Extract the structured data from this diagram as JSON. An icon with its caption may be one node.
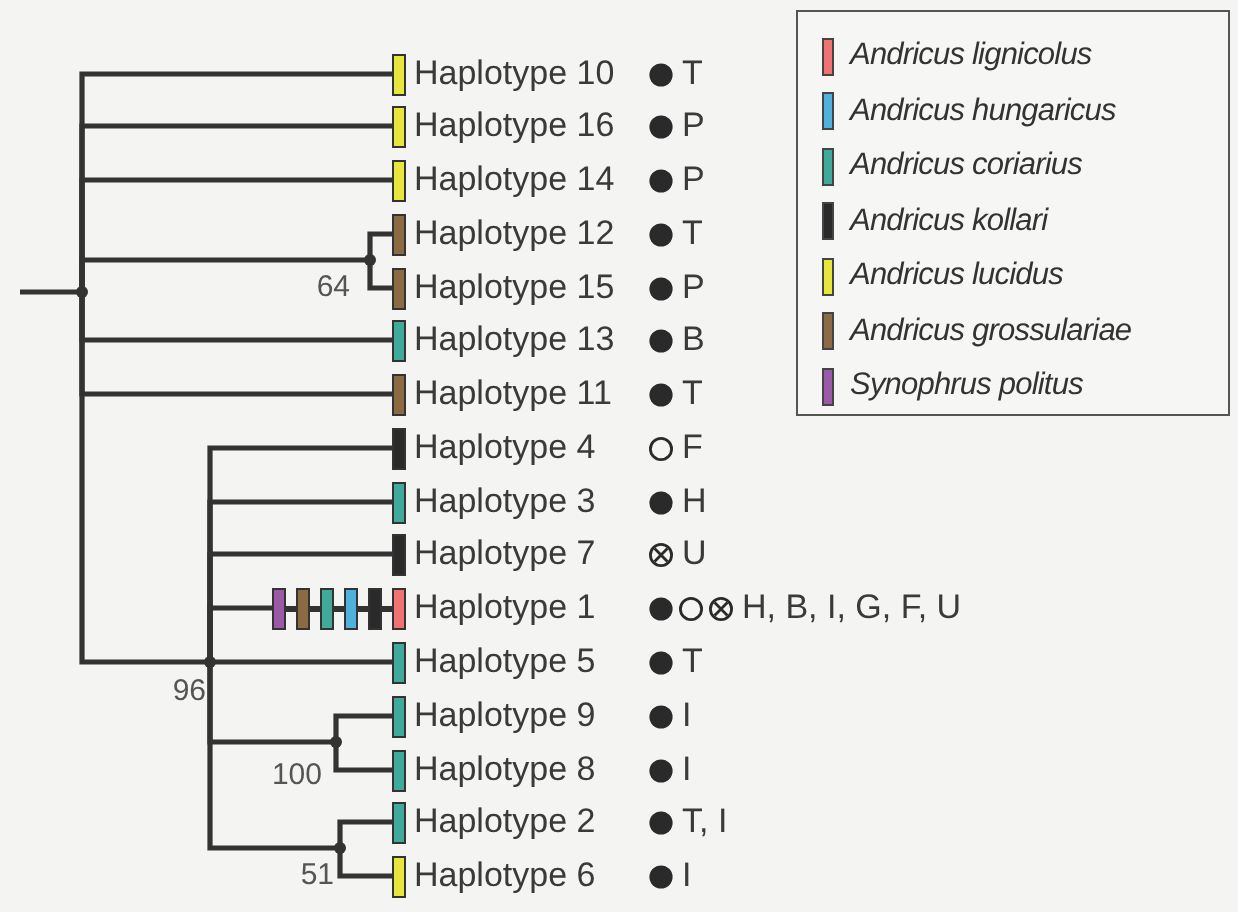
{
  "diagram": {
    "nodes": [
      {
        "text": [],
        "shape": "junction"
      },
      {
        "text": [
          "Haplotype 10"
        ],
        "beside": [
          "T"
        ]
      },
      {
        "text": [
          "Haplotype 16"
        ],
        "beside": [
          "P"
        ]
      },
      {
        "text": [
          "Haplotype 14"
        ],
        "beside": [
          "P"
        ]
      },
      {
        "text": [],
        "shape": "junction",
        "beside": [
          "64"
        ]
      },
      {
        "text": [
          "Haplotype 12"
        ],
        "beside": [
          "T"
        ]
      },
      {
        "text": [
          "Haplotype 15"
        ],
        "beside": [
          "P"
        ]
      },
      {
        "text": [
          "Haplotype 13"
        ],
        "beside": [
          "B"
        ]
      },
      {
        "text": [
          "Haplotype 11"
        ],
        "beside": [
          "T"
        ]
      },
      {
        "text": [],
        "shape": "junction",
        "beside": [
          "96"
        ]
      },
      {
        "text": [
          "Haplotype 4"
        ],
        "beside": [
          "F"
        ]
      },
      {
        "text": [
          "Haplotype 3"
        ],
        "beside": [
          "H"
        ]
      },
      {
        "text": [
          "Haplotype 7"
        ],
        "beside": [
          "U"
        ]
      },
      {
        "text": [
          "Haplotype 1"
        ],
        "beside": [
          "H, B, I, G, F, U"
        ]
      },
      {
        "text": [
          "Haplotype 5"
        ],
        "beside": [
          "T"
        ]
      },
      {
        "text": [],
        "shape": "junction",
        "beside": [
          "100"
        ]
      },
      {
        "text": [
          "Haplotype 9"
        ],
        "beside": [
          "I"
        ]
      },
      {
        "text": [
          "Haplotype 8"
        ],
        "beside": [
          "I"
        ]
      },
      {
        "text": [],
        "shape": "junction",
        "beside": [
          "51"
        ]
      },
      {
        "text": [
          "Haplotype 2"
        ],
        "beside": [
          "T, I"
        ]
      },
      {
        "text": [
          "Haplotype 6"
        ],
        "beside": [
          "I"
        ]
      }
    ],
    "edges": [
      {
        "from": null,
        "to": 0,
        "arrow": "none"
      },
      {
        "from": 0,
        "to": 1,
        "arrow": "none"
      },
      {
        "from": 0,
        "to": 2,
        "arrow": "none"
      },
      {
        "from": 0,
        "to": 3,
        "arrow": "none"
      },
      {
        "from": 0,
        "to": 4,
        "arrow": "none"
      },
      {
        "from": 4,
        "to": 5,
        "arrow": "none"
      },
      {
        "from": 4,
        "to": 6,
        "arrow": "none"
      },
      {
        "from": 0,
        "to": 7,
        "arrow": "none"
      },
      {
        "from": 0,
        "to": 8,
        "arrow": "none"
      },
      {
        "from": 0,
        "to": 9,
        "arrow": "none"
      },
      {
        "from": 9,
        "to": 10,
        "arrow": "none"
      },
      {
        "from": 9,
        "to": 11,
        "arrow": "none"
      },
      {
        "from": 9,
        "to": 12,
        "arrow": "none"
      },
      {
        "from": 9,
        "to": 13,
        "arrow": "none"
      },
      {
        "from": 9,
        "to": 14,
        "arrow": "none"
      },
      {
        "from": 9,
        "to": 15,
        "arrow": "none"
      },
      {
        "from": 15,
        "to": 16,
        "arrow": "none"
      },
      {
        "from": 15,
        "to": 17,
        "arrow": "none"
      },
      {
        "from": 9,
        "to": 18,
        "arrow": "none"
      },
      {
        "from": 18,
        "to": 19,
        "arrow": "none"
      },
      {
        "from": 18,
        "to": 20,
        "arrow": "none"
      }
    ],
    "legend": [
      {
        "text": "Andricus lignicolus",
        "color": "#f07272"
      },
      {
        "text": "Andricus hungaricus",
        "color": "#4fb2dc"
      },
      {
        "text": "Andricus coriarius",
        "color": "#3fa99a"
      },
      {
        "text": "Andricus kollari",
        "color": "#2a2a2a"
      },
      {
        "text": "Andricus lucidus",
        "color": "#e6e63c"
      },
      {
        "text": "Andricus grossulariae",
        "color": "#8b6a44"
      },
      {
        "text": "Synophrus politus",
        "color": "#9a5aa8"
      }
    ]
  }
}
